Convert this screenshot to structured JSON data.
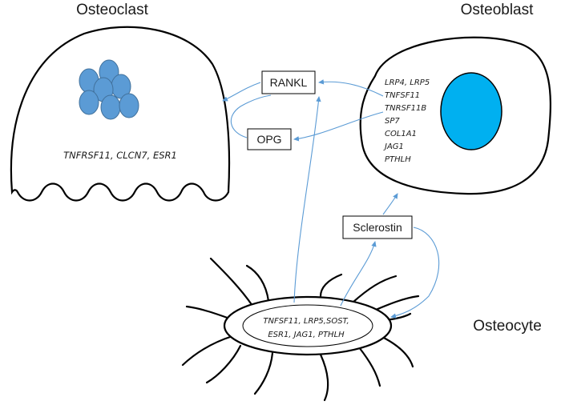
{
  "cells": {
    "osteoclast": {
      "title": "Osteoclast",
      "genes": "TNFRSF11, CLCN7, ESR1"
    },
    "osteoblast": {
      "title": "Osteoblast",
      "genes": [
        "LRP4, LRP5",
        "TNFSF11",
        "TNRSF11B",
        "SP7",
        "COL1A1",
        "JAG1",
        "PTHLH"
      ]
    },
    "osteocyte": {
      "title": "Osteocyte",
      "genes": [
        "TNFSF11, LRP5,SOST,",
        "ESR1, JAG1, PTHLH"
      ]
    }
  },
  "factors": {
    "rankl": "RANKL",
    "opg": "OPG",
    "sclerostin": "Sclerostin"
  },
  "colors": {
    "nucleus": "#5b9bd5",
    "nucleus_stroke": "#41719c",
    "osteoblast_nucleus": "#00b0f0",
    "arrow": "#5b9bd5",
    "outline": "#000000"
  }
}
